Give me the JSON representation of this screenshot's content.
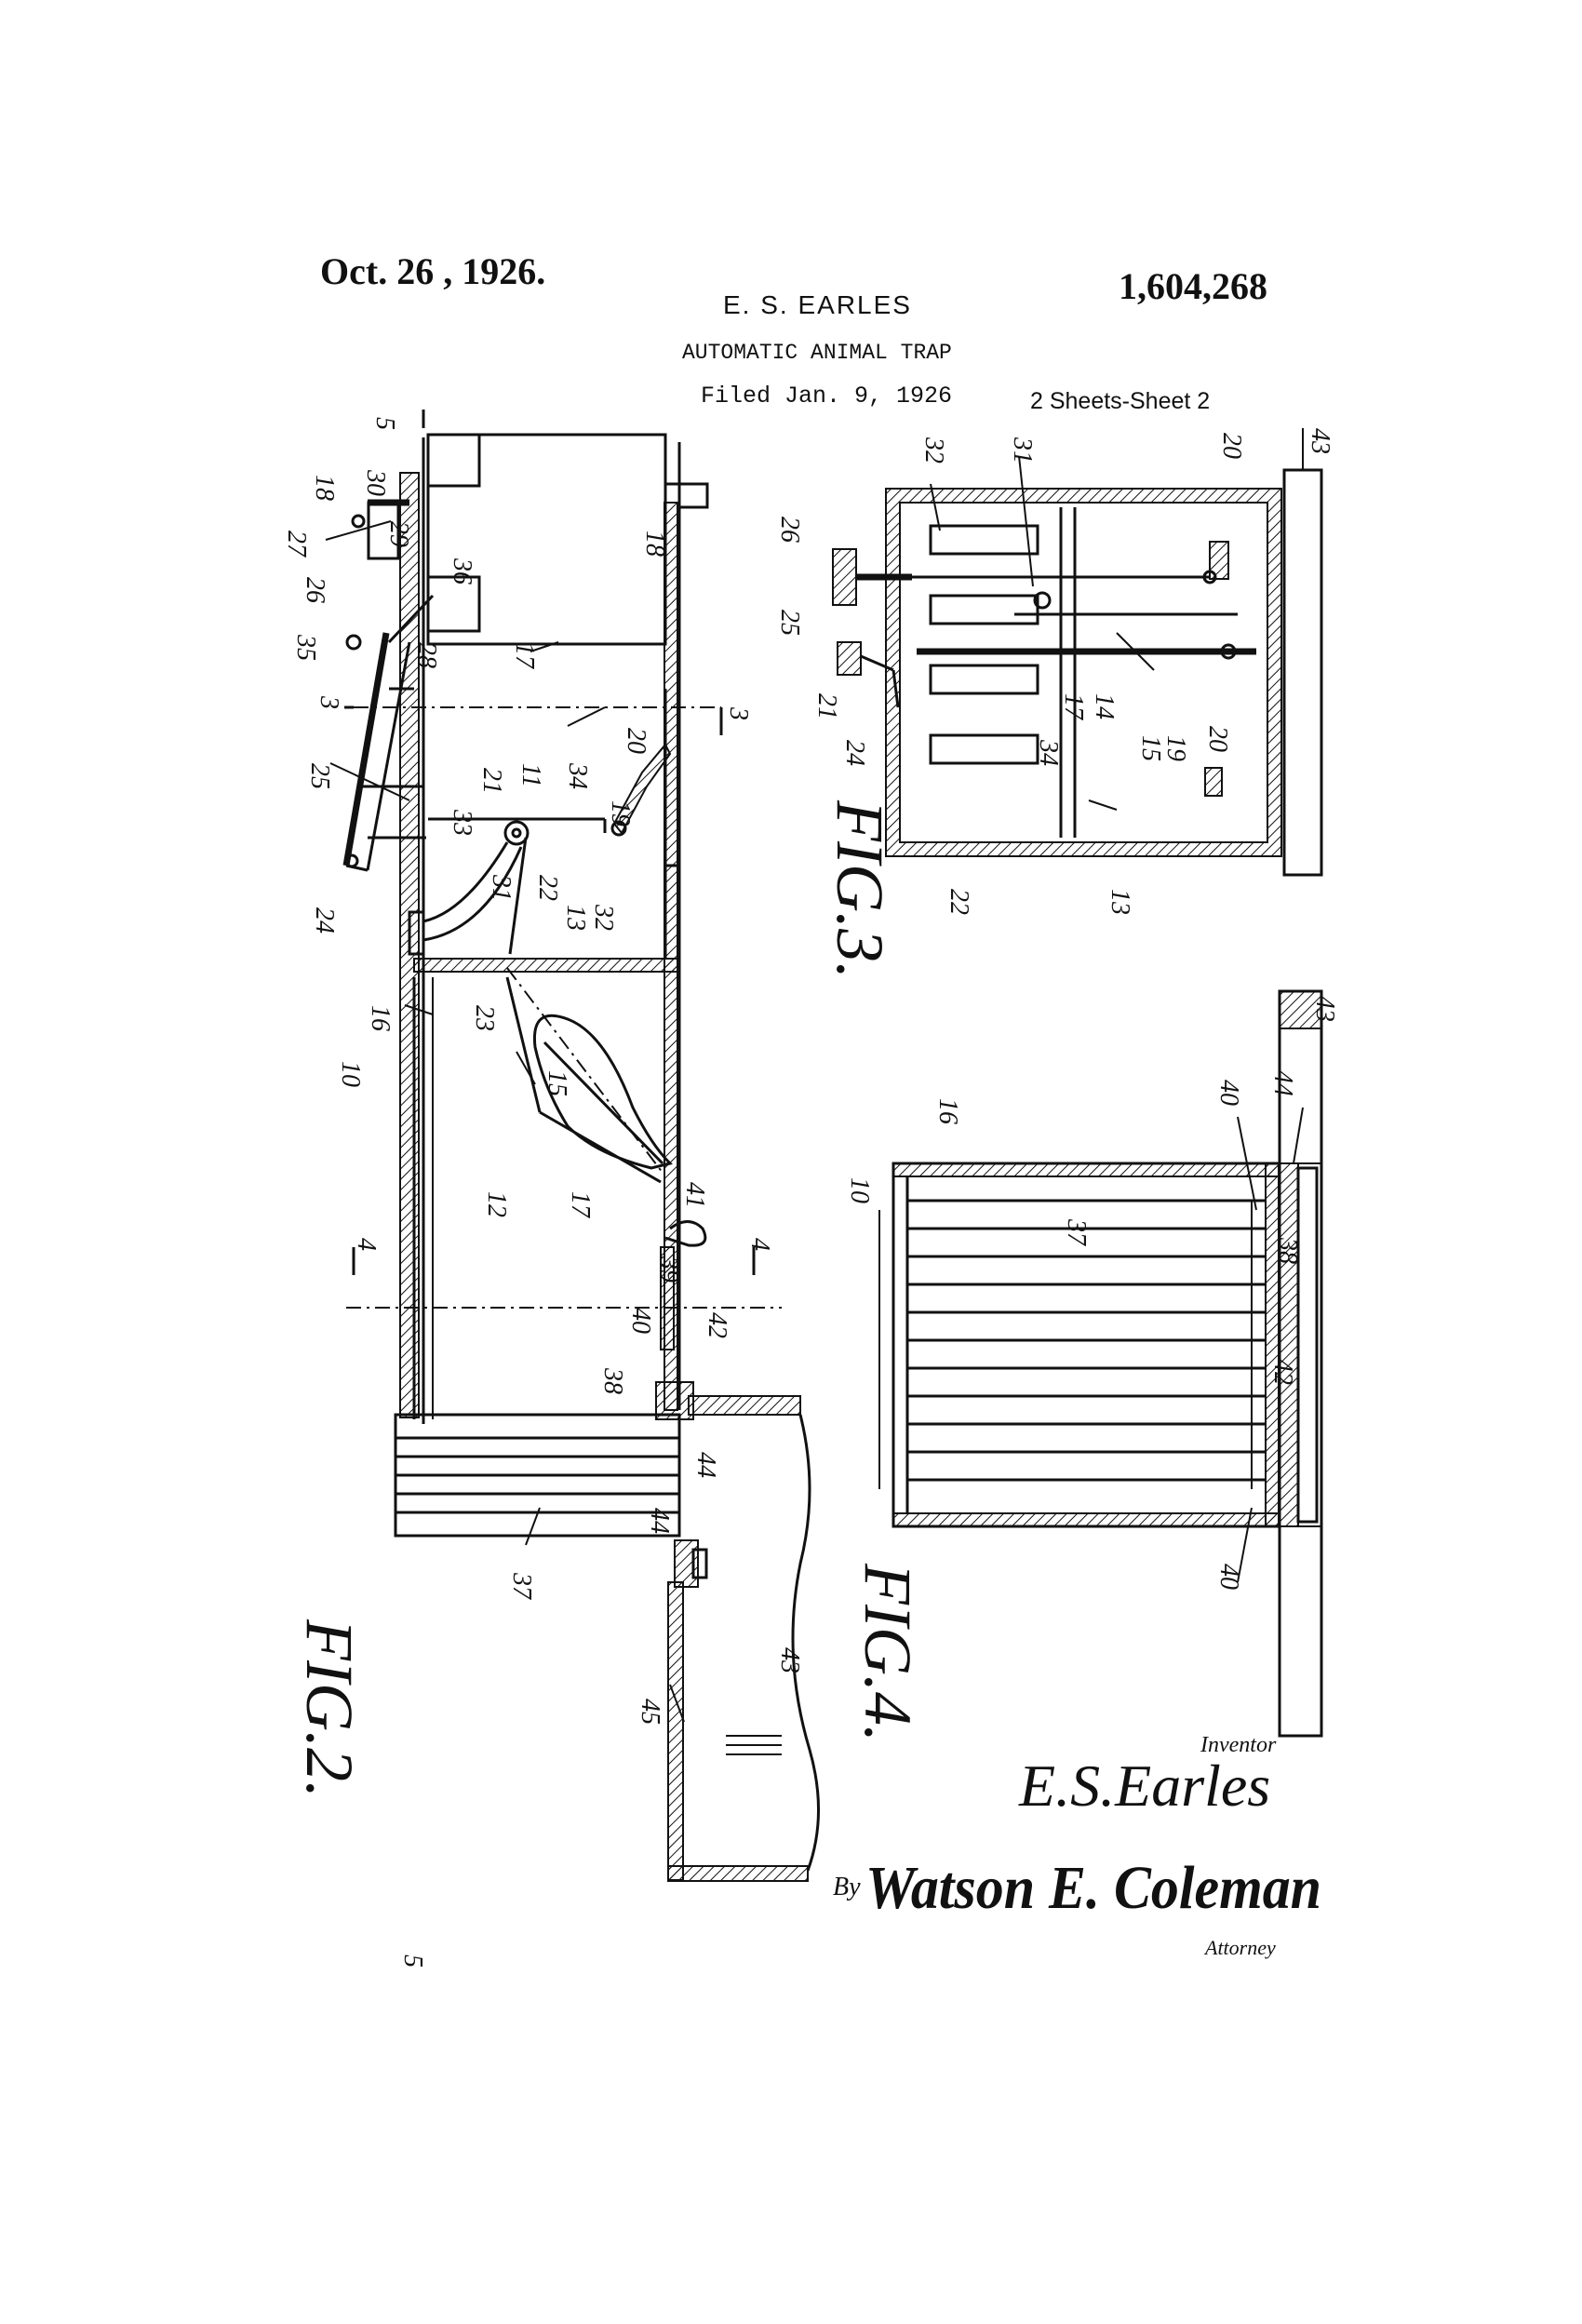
{
  "header": {
    "date": "Oct. 26 , 1926.",
    "patent_number": "1,604,268",
    "inventor": "E. S. EARLES",
    "title": "AUTOMATIC ANIMAL TRAP",
    "filed": "Filed Jan. 9, 1926",
    "sheets": "2 Sheets-Sheet 2"
  },
  "figures": {
    "fig2": "FIG.2.",
    "fig3": "FIG.3.",
    "fig4": "FIG.4."
  },
  "signature": {
    "inventor_label": "Inventor",
    "inventor_signature": "E.S.Earles",
    "by_label": "By",
    "attorney_signature": "Watson E. Coleman",
    "attorney_label": "Attorney"
  },
  "fig2_labels": {
    "section_5_top": "5",
    "section_5_bottom": "5",
    "section_3_left": "3",
    "section_3_right": "3",
    "section_4_left": "4",
    "section_4_right": "4",
    "r18a": "18",
    "r30": "30",
    "r29": "29",
    "r27": "27",
    "r26": "26",
    "r36": "36",
    "r35": "35",
    "r28": "28",
    "r17a": "17",
    "r18b": "18",
    "r25": "25",
    "r21": "21",
    "r11": "11",
    "r34": "34",
    "r20": "20",
    "r19": "19",
    "r33": "33",
    "r31": "31",
    "r22": "22",
    "r13": "13",
    "r32": "32",
    "r24": "24",
    "r16": "16",
    "r23": "23",
    "r10": "10",
    "r15": "15",
    "r12": "12",
    "r17b": "17",
    "r41": "41",
    "r39": "39",
    "r40": "40",
    "r42": "42",
    "r38": "38",
    "r44a": "44",
    "r44b": "44",
    "r37": "37",
    "r43": "43",
    "r45": "45"
  },
  "fig3_labels": {
    "r26": "26",
    "r32": "32",
    "r31": "31",
    "r20a": "20",
    "r43": "43",
    "r25": "25",
    "r21": "21",
    "r24": "24",
    "r34": "34",
    "r17": "17",
    "r14": "14",
    "r15": "15",
    "r19": "19",
    "r20b": "20",
    "r22": "22",
    "r13": "13"
  },
  "fig4_labels": {
    "r43": "43",
    "r16": "16",
    "r10": "10",
    "r37": "37",
    "r40a": "40",
    "r44": "44",
    "r38": "38",
    "r42": "42",
    "r40b": "40"
  }
}
